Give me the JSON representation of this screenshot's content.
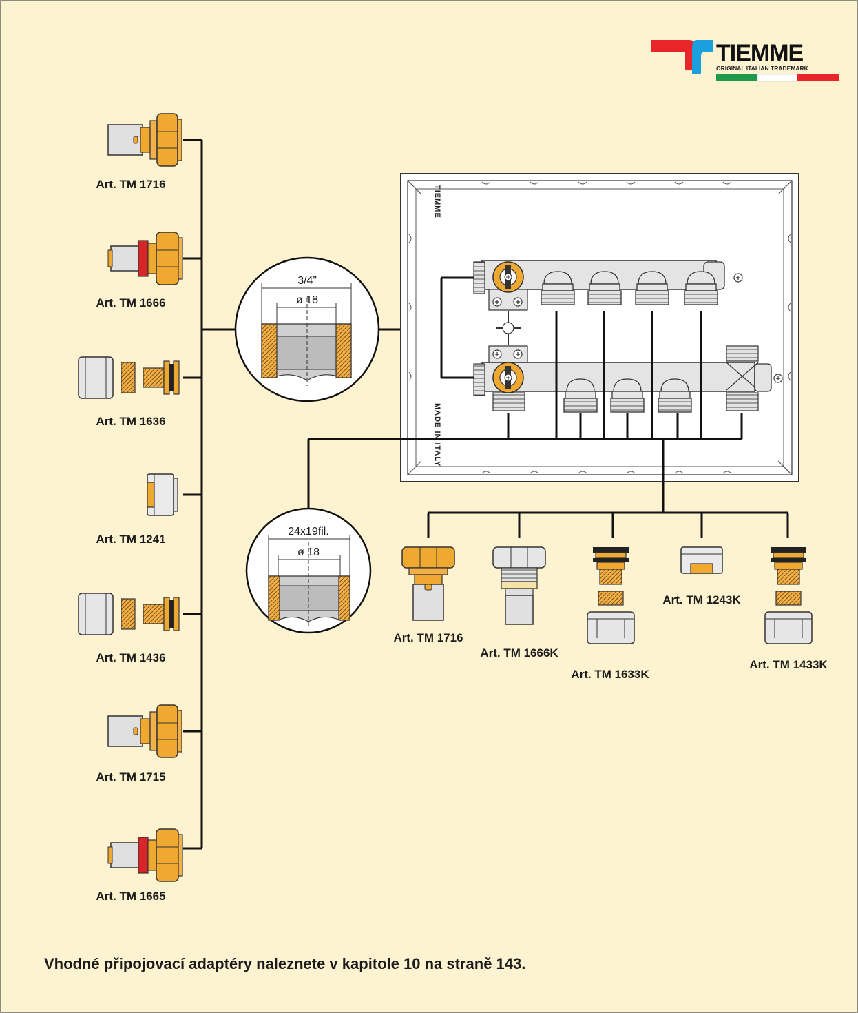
{
  "brand": {
    "name": "TIEMME",
    "tagline": "ORIGINAL ITALIAN TRADEMARK",
    "colors": {
      "red": "#e8262a",
      "blue": "#1aa0dc",
      "green": "#1e9a4a",
      "white": "#ffffff"
    }
  },
  "left_fittings": [
    {
      "label": "Art. TM 1716",
      "icon": "press-adapter-icon"
    },
    {
      "label": "Art. TM 1666",
      "icon": "press-adapter-red-ring-icon"
    },
    {
      "label": "Art. TM 1636",
      "icon": "compression-adapter-icon"
    },
    {
      "label": "Art. TM 1241",
      "icon": "eurocone-insert-icon"
    },
    {
      "label": "Art. TM 1436",
      "icon": "compression-adapter-icon"
    },
    {
      "label": "Art. TM 1715",
      "icon": "press-adapter-icon"
    },
    {
      "label": "Art. TM 1665",
      "icon": "press-adapter-red-ring-icon"
    }
  ],
  "bottom_fittings": [
    {
      "label": "Art. TM 1716",
      "icon": "press-adapter-icon"
    },
    {
      "label": "Art. TM 1666K",
      "icon": "press-adapter-chrome-icon"
    },
    {
      "label": "Art. TM 1633K",
      "icon": "compression-adapter-stacked-icon"
    },
    {
      "label": "Art. TM 1243K",
      "icon": "eurocone-insert-icon"
    },
    {
      "label": "Art. TM 1433K",
      "icon": "compression-adapter-stacked-icon"
    }
  ],
  "detail_top": {
    "outer": "3/4”",
    "inner": "ø 18"
  },
  "detail_bottom": {
    "outer": "24x19fil.",
    "inner": "ø 18"
  },
  "cabinet": {
    "brand_text": "TIEMME",
    "origin_text": "MADE IN ITALY"
  },
  "note": "Vhodné připojovací adaptéry naleznete v kapitole 10 na straně 143.",
  "colors": {
    "background": "#fdf3d0",
    "brass": "#f0a930",
    "chrome": "#d9d9d9",
    "red_ring": "#d8252a",
    "line": "#111111"
  }
}
